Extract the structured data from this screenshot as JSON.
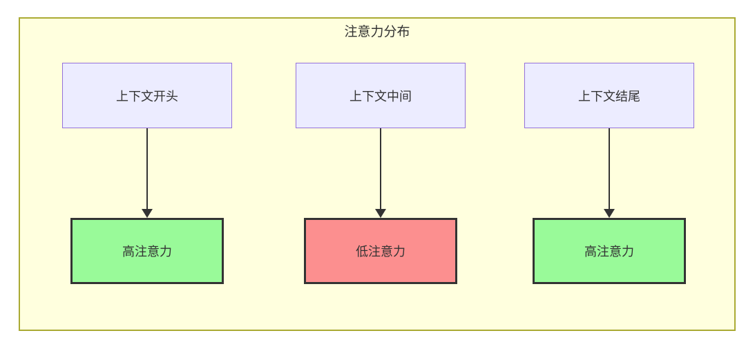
{
  "diagram": {
    "title": "注意力分布",
    "columns": [
      {
        "top": "上下文开头",
        "bottom": "高注意力",
        "attention": "high"
      },
      {
        "top": "上下文中间",
        "bottom": "低注意力",
        "attention": "low"
      },
      {
        "top": "上下文结尾",
        "bottom": "高注意力",
        "attention": "high"
      }
    ],
    "colors": {
      "frame_fill": "#ffffde",
      "frame_border": "#aaaa33",
      "top_node_fill": "#ececff",
      "top_node_border": "#9370db",
      "high_attention_fill": "#99fa99",
      "low_attention_fill": "#fc8f8f",
      "result_node_border": "#333333",
      "arrow_color": "#333333",
      "text_color": "#333333"
    }
  }
}
